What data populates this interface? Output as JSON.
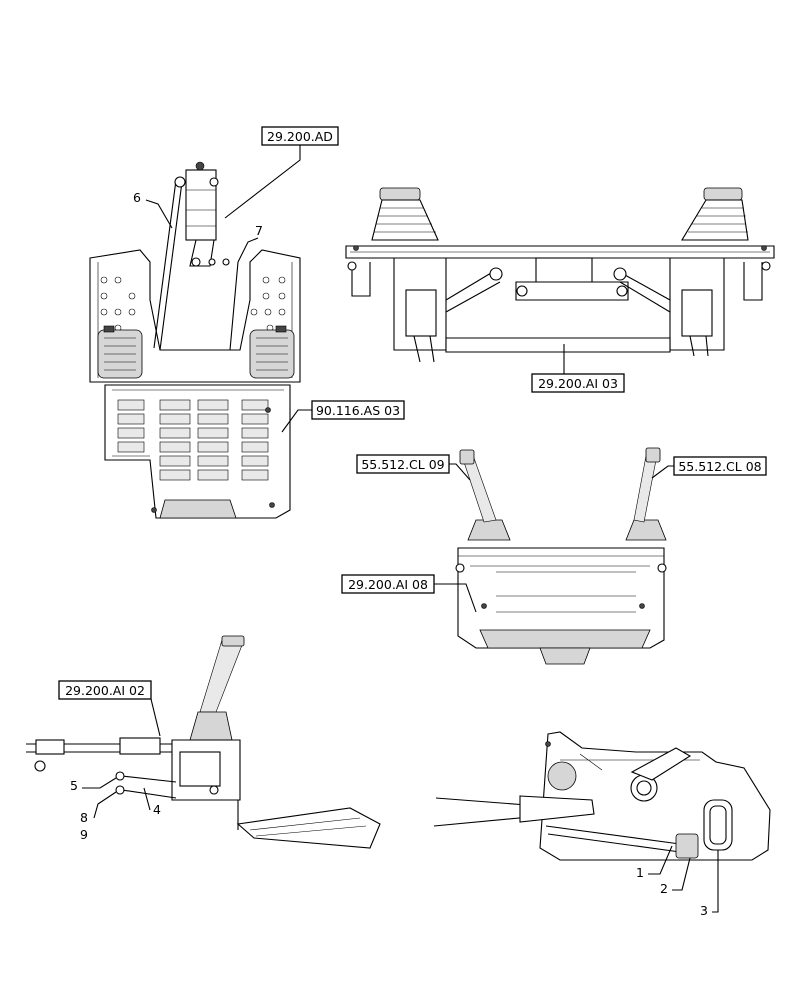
{
  "refs": {
    "r1": "29.200.AD",
    "r2": "29.200.AI 03",
    "r3": "90.116.AS 03",
    "r4": "55.512.CL 09",
    "r5": "55.512.CL 08",
    "r6": "29.200.AI 08",
    "r7": "29.200.AI 02"
  },
  "callouts": {
    "c1": "1",
    "c2": "2",
    "c3": "3",
    "c4": "4",
    "c5": "5",
    "c6": "6",
    "c7": "7",
    "c8": "8",
    "c9": "9"
  }
}
